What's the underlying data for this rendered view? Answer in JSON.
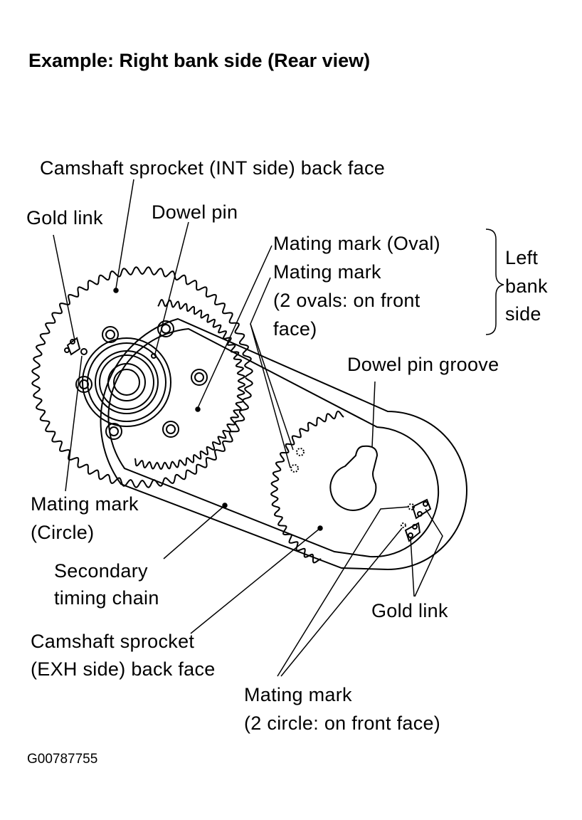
{
  "title": "Example: Right bank side (Rear view)",
  "labels": {
    "camshaft_int": "Camshaft sprocket (INT side) back face",
    "gold_link_left": "Gold link",
    "dowel_pin": "Dowel pin",
    "mating_oval": "Mating mark (Oval)",
    "mating_2ovals": [
      "Mating mark",
      "(2 ovals: on front",
      "face)"
    ],
    "left_bank": [
      "Left",
      "bank",
      "side"
    ],
    "dowel_pin_groove": "Dowel pin groove",
    "mating_circle": [
      "Mating mark",
      "(Circle)"
    ],
    "secondary_chain": [
      "Secondary",
      "timing chain"
    ],
    "gold_link_right": "Gold link",
    "camshaft_exh": [
      "Camshaft sprocket",
      "(EXH side) back face"
    ],
    "mating_2circle": [
      "Mating mark",
      "(2 circle: on front face)"
    ]
  },
  "figure_code": "G00787755"
}
